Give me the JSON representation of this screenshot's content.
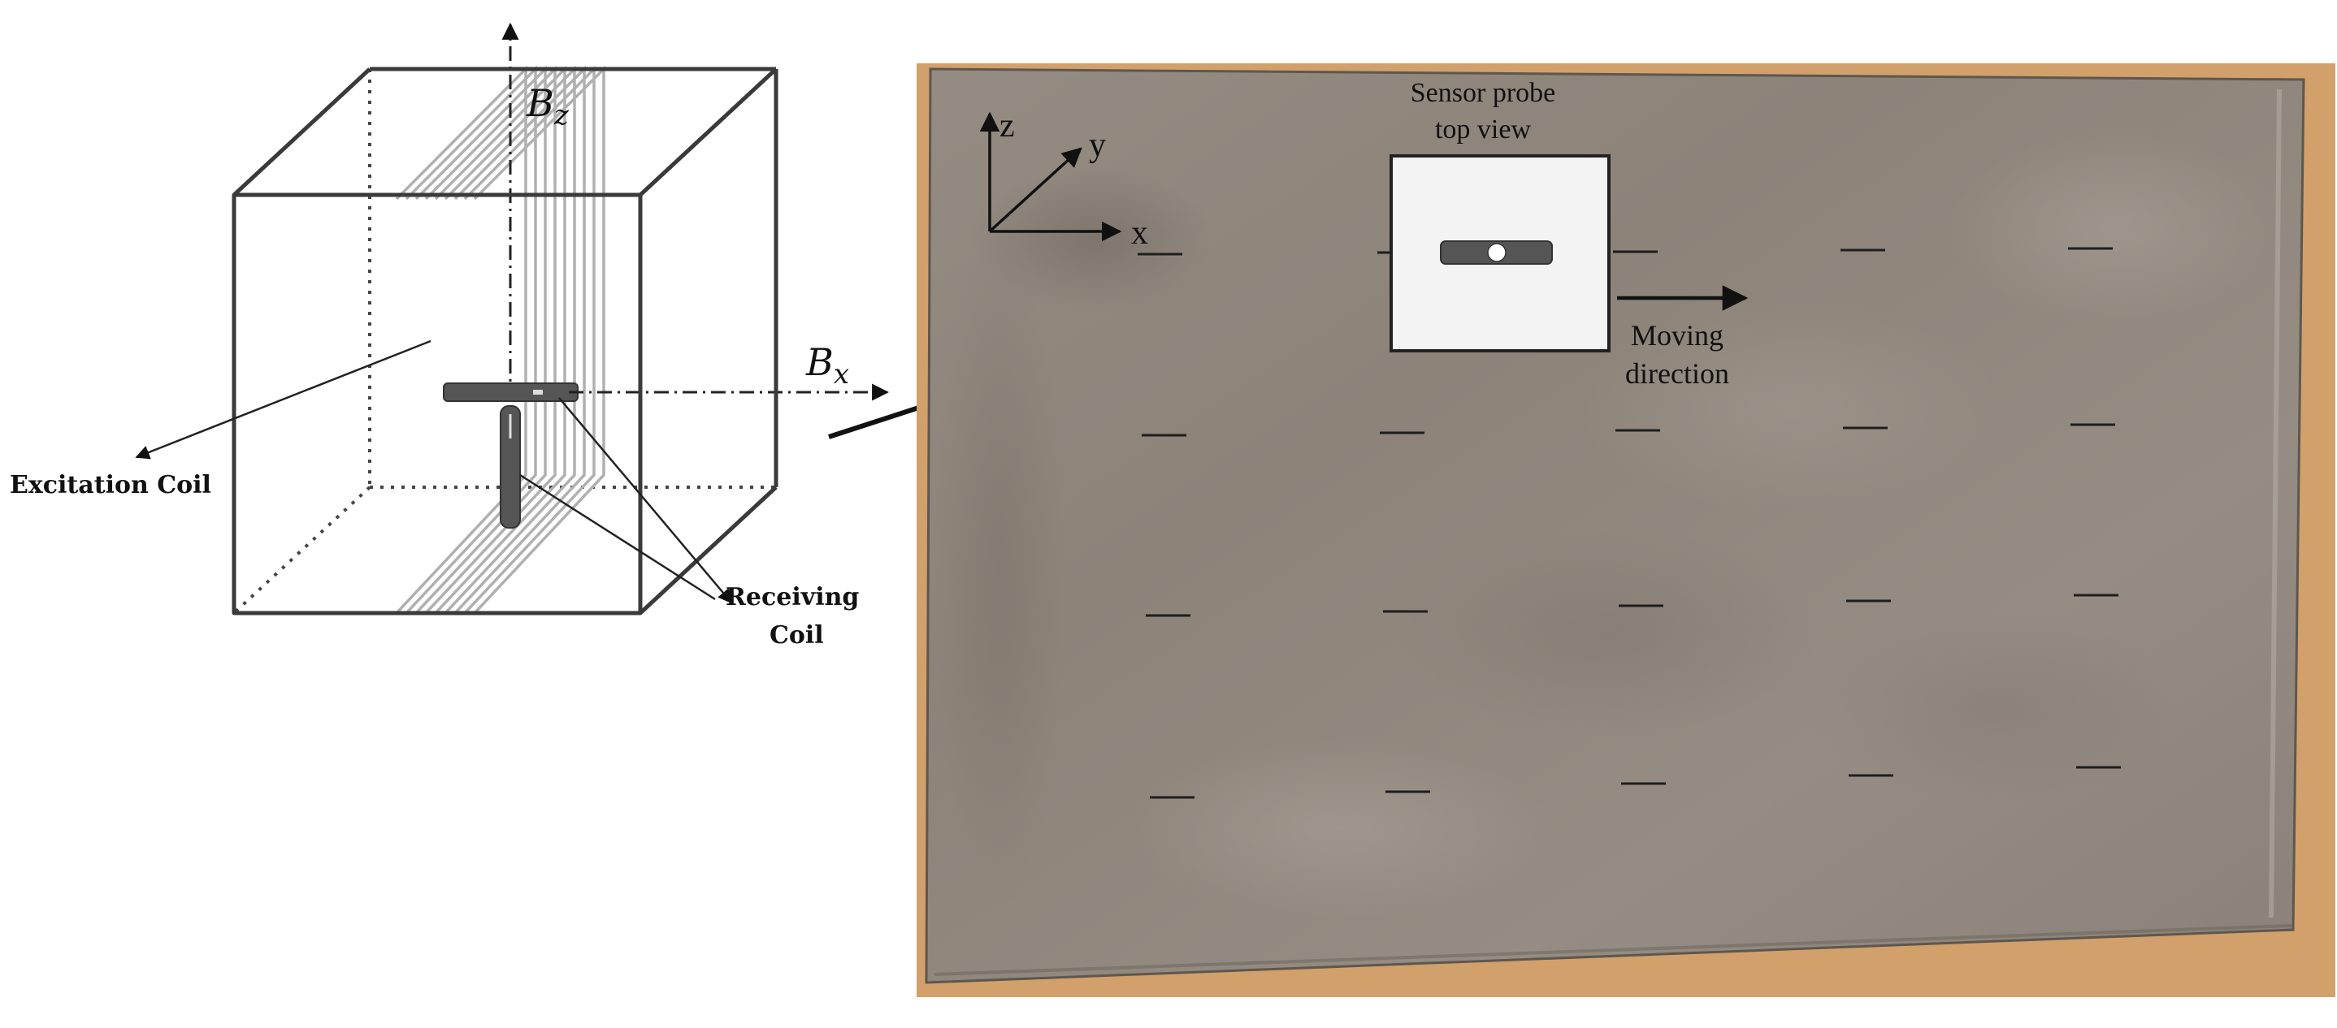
{
  "figure": {
    "left_diagram": {
      "axis_labels": {
        "vertical": "B",
        "vertical_sub": "z",
        "horizontal": "B",
        "horizontal_sub": "x"
      },
      "callouts": {
        "excitation": "Excitation Coil",
        "receiving_line1": "Receiving",
        "receiving_line2": "Coil"
      }
    },
    "plate_photo": {
      "axes": {
        "z": "z",
        "y": "y",
        "x": "x"
      },
      "probe_title_line1": "Sensor probe",
      "probe_title_line2": "top view",
      "moving_line1": "Moving",
      "moving_line2": "direction"
    },
    "colors": {
      "line": "#3a3a3a",
      "coil_wire": "#b0b0b0",
      "probe_fill": "#555555",
      "wood": "#d2a06a",
      "plate": "#8f877d",
      "probe_box": "#f3f3f3"
    }
  }
}
